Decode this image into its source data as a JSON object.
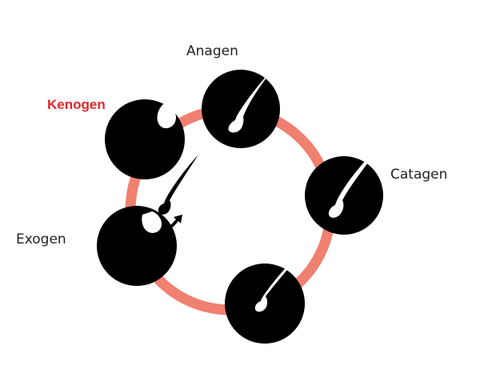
{
  "diagram": {
    "ring_color": "#f08070",
    "follicle_color": "#000000",
    "hair_color": "#ffffff",
    "highlight_color": "#e8242c",
    "phases": [
      {
        "id": "anagen",
        "label": "Anagen",
        "highlight": false
      },
      {
        "id": "catagen",
        "label": "Catagen",
        "highlight": false
      },
      {
        "id": "telogen",
        "label": "",
        "highlight": false
      },
      {
        "id": "exogen",
        "label": "Exogen",
        "highlight": false
      },
      {
        "id": "kenogen",
        "label": "Kenogen",
        "highlight": true
      }
    ]
  }
}
